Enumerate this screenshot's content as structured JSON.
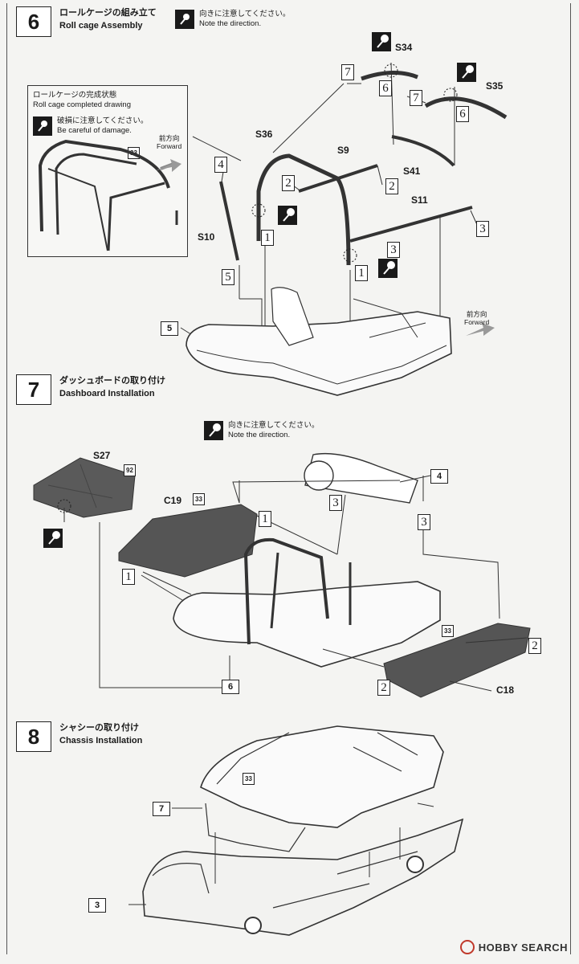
{
  "steps": [
    {
      "number": "6",
      "title_ja": "ロールケージの組み立て",
      "title_en": "Roll cage Assembly"
    },
    {
      "number": "7",
      "title_ja": "ダッシュボードの取り付け",
      "title_en": "Dashboard Installation"
    },
    {
      "number": "8",
      "title_ja": "シャシーの取り付け",
      "title_en": "Chassis Installation"
    }
  ],
  "notes": {
    "direction_ja": "向きに注意してください。",
    "direction_en": "Note the direction.",
    "damage_ja": "破損に注意してください。",
    "damage_en": "Be careful of damage."
  },
  "inset": {
    "title_ja": "ロールケージの完成状態",
    "title_en": "Roll cage completed drawing"
  },
  "forward": {
    "ja": "前方向",
    "en": "Forward"
  },
  "parts": {
    "s34": "S34",
    "s35": "S35",
    "s36": "S36",
    "s9": "S9",
    "s41": "S41",
    "s11": "S11",
    "s10": "S10",
    "s27": "S27",
    "c19": "C19",
    "c18": "C18"
  },
  "tags": {
    "t33": "33",
    "t92": "92"
  },
  "refs": {
    "r5": "5",
    "r4": "4",
    "r6": "6",
    "r7": "7",
    "r3": "3"
  },
  "callouts": {
    "c1": "1",
    "c2": "2",
    "c3": "3",
    "c4": "4",
    "c5": "5",
    "c6": "6",
    "c7": "7"
  },
  "watermark": "HOBBY SEARCH"
}
